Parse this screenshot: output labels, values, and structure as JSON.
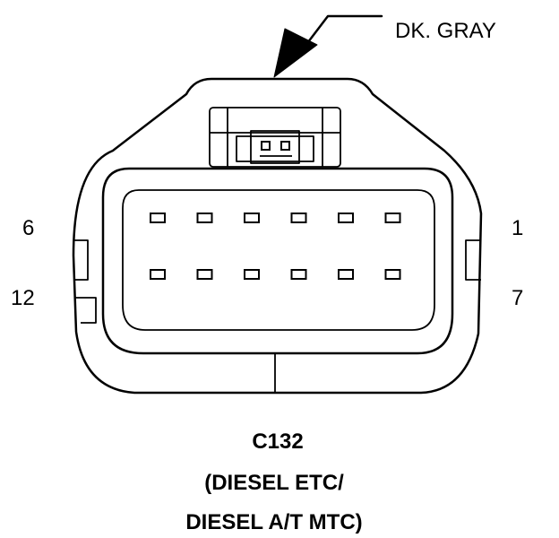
{
  "wire_color_label": "DK. GRAY",
  "pin_labels": {
    "top_left": "6",
    "top_right": "1",
    "bottom_left": "12",
    "bottom_right": "7"
  },
  "caption": {
    "connector_id": "C132",
    "line1": "(DIESEL ETC/",
    "line2": "DIESEL A/T MTC)"
  },
  "connector": {
    "pin_rows": 2,
    "pins_per_row": 6
  }
}
